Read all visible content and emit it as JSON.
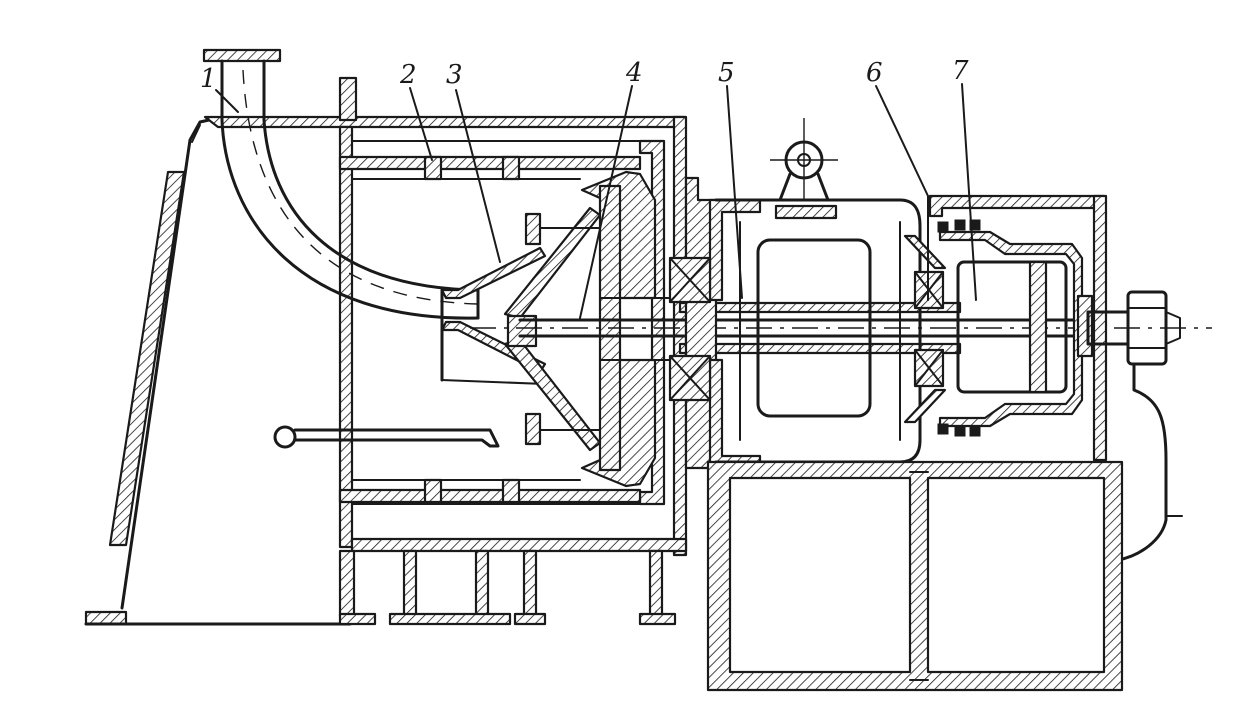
{
  "labels": {
    "l1": "1",
    "l2": "2",
    "l3": "3",
    "l4": "4",
    "l5": "5",
    "l6": "6",
    "l7": "7"
  },
  "colors": {
    "ink": "#1a1a1a",
    "paper": "#ffffff"
  }
}
